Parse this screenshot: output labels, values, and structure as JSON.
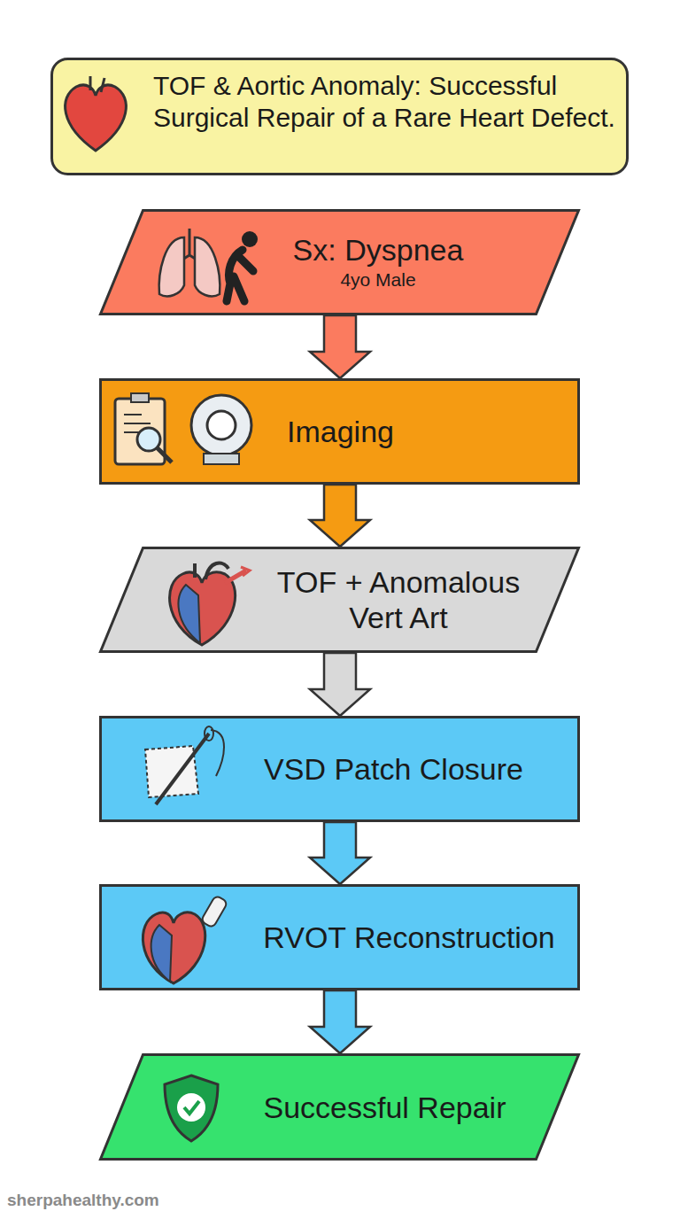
{
  "diagram": {
    "title": "TOF & Aortic Anomaly: Successful Surgical Repair of a Rare Heart Defect.",
    "nodes": [
      {
        "text": [
          "Sx: Dyspnea",
          "4yo Male"
        ]
      },
      {
        "text": [
          "Imaging"
        ]
      },
      {
        "text": [
          "TOF + Anomalous Vert Art"
        ]
      },
      {
        "text": [
          "VSD Patch Closure"
        ]
      },
      {
        "text": [
          "RVOT Reconstruction"
        ]
      },
      {
        "text": [
          "Successful Repair"
        ]
      }
    ],
    "edges": [
      {
        "from": 0,
        "to": 1,
        "arrow": "to"
      },
      {
        "from": 1,
        "to": 2,
        "arrow": "to"
      },
      {
        "from": 2,
        "to": 3,
        "arrow": "to"
      },
      {
        "from": 3,
        "to": 4,
        "arrow": "to"
      },
      {
        "from": 4,
        "to": 5,
        "arrow": "to"
      }
    ],
    "labels": [
      "sherpahealthy.com"
    ]
  }
}
